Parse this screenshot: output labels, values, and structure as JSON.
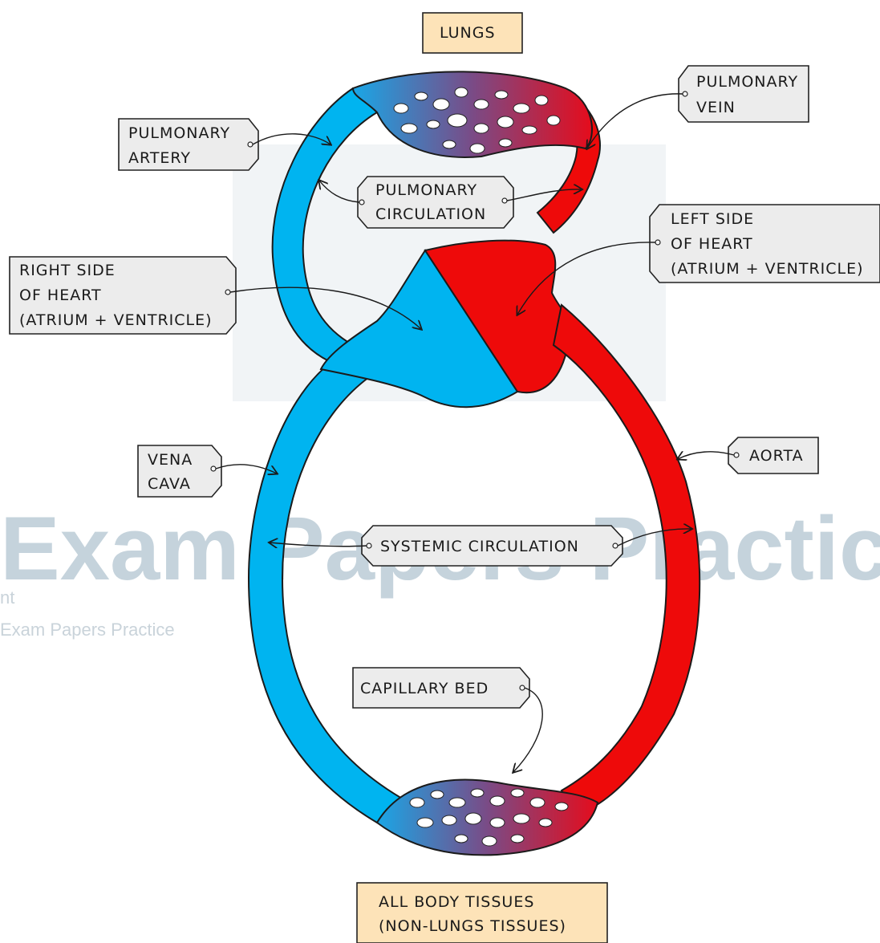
{
  "title": "",
  "colors": {
    "deoxygenated": "#00b4f0",
    "oxygenated": "#ee0a0a",
    "label_box": "#ececec",
    "organ_box": "#fde3b8"
  },
  "organs": {
    "lungs": "LUNGS",
    "body_line1": "ALL  BODY  TISSUES",
    "body_line2": "(NON-LUNGS  TISSUES)"
  },
  "labels": {
    "pulmonary_artery": [
      "PULMONARY",
      "ARTERY"
    ],
    "pulmonary_vein": [
      "PULMONARY",
      "VEIN"
    ],
    "pulmonary_circulation": [
      "PULMONARY",
      "CIRCULATION"
    ],
    "right_side": [
      "RIGHT  SIDE",
      "OF  HEART",
      "(ATRIUM + VENTRICLE)"
    ],
    "left_side": [
      "LEFT  SIDE",
      "OF  HEART",
      "(ATRIUM + VENTRICLE)"
    ],
    "vena_cava": [
      "VENA",
      "CAVA"
    ],
    "aorta": "AORTA",
    "systemic_circulation": "SYSTEMIC  CIRCULATION",
    "capillary_bed": "CAPILLARY  BED"
  },
  "watermark": {
    "big": "Exam Papers Practice",
    "small1": "nt",
    "small2": "Exam Papers Practice"
  }
}
